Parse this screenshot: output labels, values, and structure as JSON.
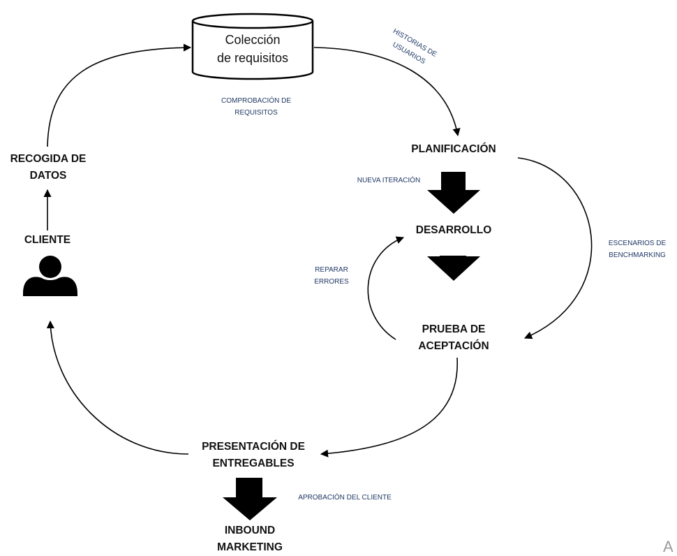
{
  "nodes": {
    "database": "Colección\nde requisitos",
    "planificacion": "PLANIFICACIÓN",
    "desarrollo": "DESARROLLO",
    "prueba": "PRUEBA DE\nACEPTACIÓN",
    "presentacion": "PRESENTACIÓN DE\nENTREGABLES",
    "inbound": "INBOUND\nMARKETING",
    "cliente": "CLIENTE",
    "recogida": "RECOGIDA DE\nDATOS"
  },
  "annotations": {
    "historias": "HISTORIAS DE\nUSUARIOS",
    "comprobacion": "COMPROBACIÓN DE\nREQUISITOS",
    "nueva_iteracion": "NUEVA ITERACIÓN",
    "reparar": "REPARAR\nERRORES",
    "escenarios": "ESCENARIOS DE\nBENCHMARKING",
    "aprobacion": "APROBACIÓN DEL CLIENTE"
  },
  "corner_mark": "A",
  "colors": {
    "text": "#111111",
    "note": "#1f3864",
    "arrow": "#000000"
  },
  "icons": {
    "client": "person-icon",
    "database": "cylinder-icon"
  }
}
